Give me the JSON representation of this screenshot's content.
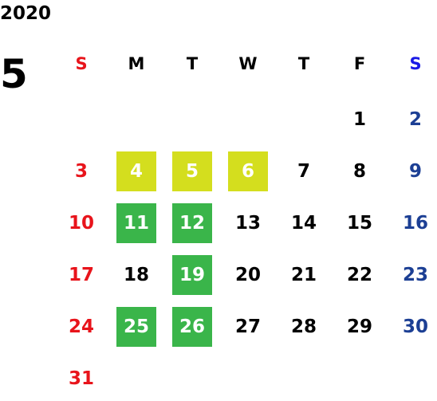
{
  "calendar": {
    "year": "2020",
    "month": "5",
    "weekdays": [
      "S",
      "M",
      "T",
      "W",
      "T",
      "F",
      "S"
    ],
    "weeks": [
      [
        "",
        "",
        "",
        "",
        "",
        "1",
        "2"
      ],
      [
        "3",
        "4",
        "5",
        "6",
        "7",
        "8",
        "9"
      ],
      [
        "10",
        "11",
        "12",
        "13",
        "14",
        "15",
        "16"
      ],
      [
        "17",
        "18",
        "19",
        "20",
        "21",
        "22",
        "23"
      ],
      [
        "24",
        "25",
        "26",
        "27",
        "28",
        "29",
        "30"
      ],
      [
        "31",
        "",
        "",
        "",
        "",
        "",
        ""
      ]
    ],
    "highlights": {
      "4": "yellow",
      "5": "yellow",
      "6": "yellow",
      "11": "green",
      "12": "green",
      "19": "green",
      "25": "green",
      "26": "green"
    }
  },
  "colors": {
    "sunday": "#e8141b",
    "saturday_header": "#1a1ae6",
    "saturday": "#1c3f94",
    "weekday": "#000000",
    "yellow_bg": "#d4de1e",
    "green_bg": "#3ab54a",
    "highlight_text": "#ffffff"
  }
}
